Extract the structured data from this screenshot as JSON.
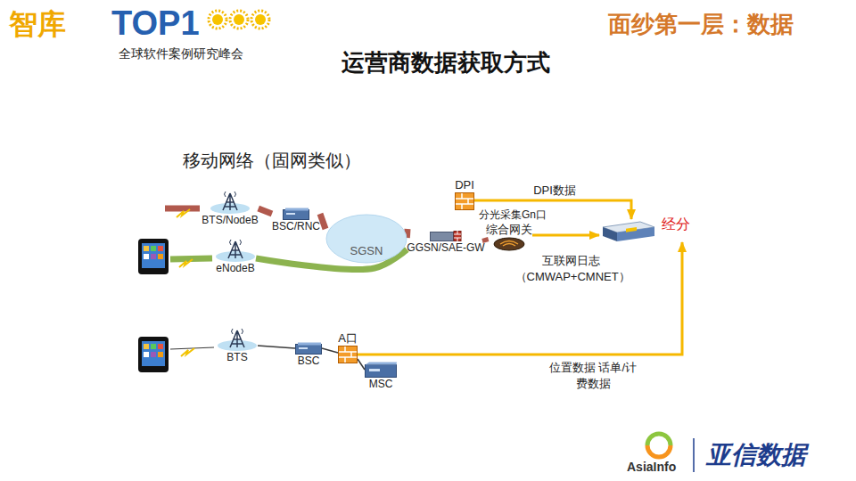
{
  "diagram": {
    "title": "运营商数据获取方式",
    "nodes": [
      {
        "text": [
          "BTS/NodeB"
        ]
      },
      {
        "text": [
          "BSC/RNC"
        ]
      },
      {
        "text": [
          "SGSN"
        ]
      },
      {
        "text": [
          "DPI"
        ]
      },
      {
        "text": [
          "GGSN/SAE-GW"
        ]
      },
      {
        "text": [
          "综合网关"
        ]
      },
      {
        "text": [
          "eNodeB"
        ]
      },
      {
        "text": [
          "经分"
        ]
      },
      {
        "text": [
          "BTS"
        ]
      },
      {
        "text": [
          "BSC"
        ]
      },
      {
        "text": [
          "A口"
        ]
      },
      {
        "text": [
          "MSC"
        ]
      }
    ],
    "edges": [
      {
        "from": 0,
        "to": 1,
        "arrow": "none"
      },
      {
        "from": 1,
        "to": 2,
        "arrow": "none"
      },
      {
        "from": 2,
        "to": 4,
        "arrow": "none"
      },
      {
        "from": 6,
        "to": 4,
        "arrow": "none"
      },
      {
        "from": 4,
        "to": 5,
        "arrow": "none"
      },
      {
        "from": 3,
        "to": 7,
        "label": "DPI数据",
        "arrow": "to"
      },
      {
        "from": 5,
        "to": 7,
        "label": "互联网日志 （CMWAP+CMNET）",
        "arrow": "to"
      },
      {
        "from": 8,
        "to": 9,
        "arrow": "none"
      },
      {
        "from": 9,
        "to": 10,
        "arrow": "none"
      },
      {
        "from": 10,
        "to": 11,
        "arrow": "none"
      },
      {
        "from": 10,
        "to": 7,
        "label": "位置数据 话单/计费数据",
        "arrow": "to"
      }
    ],
    "labels": [
      "智库",
      "TOP1",
      "全球软件案例研究峰会",
      "面纱第一层：数据",
      "移动网络（固网类似）",
      "分光采集Gn口",
      "AsiaInfo",
      "亚信数据"
    ]
  }
}
